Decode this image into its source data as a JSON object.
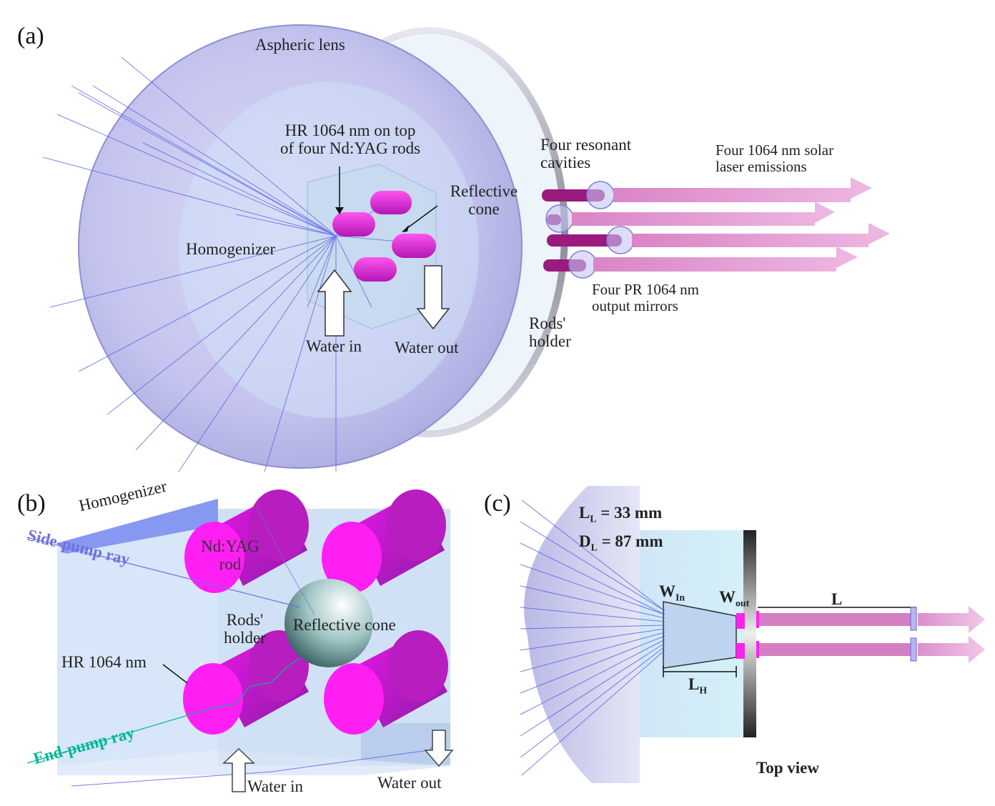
{
  "panels": {
    "a": "(a)",
    "b": "(b)",
    "c": "(c)"
  },
  "labels_a": {
    "aspheric_lens": "Aspheric lens",
    "hr_line1": "HR 1064 nm on top",
    "hr_line2": "of four Nd:YAG rods",
    "reflective_line1": "Reflective",
    "reflective_line2": "cone",
    "homogenizer": "Homogenizer",
    "cavities_line1": "Four resonant",
    "cavities_line2": "cavities",
    "emissions_line1": "Four 1064 nm solar",
    "emissions_line2": "laser emissions",
    "mirrors_line1": "Four PR 1064 nm",
    "mirrors_line2": "output mirrors",
    "holder_line1": "Rods'",
    "holder_line2": "holder",
    "water_in": "Water in",
    "water_out": "Water out"
  },
  "labels_b": {
    "homogenizer": "Homogenizer",
    "side_pump": "Side-pump ray",
    "rod_line1": "Nd:YAG",
    "rod_line2": "rod",
    "holder_line1": "Rods'",
    "holder_line2": "holder",
    "reflective_cone": "Reflective cone",
    "hr": "HR 1064 nm",
    "end_pump": "End-pump ray",
    "water_in": "Water in",
    "water_out": "Water out"
  },
  "labels_c": {
    "ll_sym": "L",
    "ll_sub": "L",
    "ll_val": " = 33 mm",
    "dl_sym": "D",
    "dl_sub": "L",
    "dl_val": " = 87 mm",
    "win_sym": "W",
    "win_sub": "In",
    "wout_sym": "W",
    "wout_sub": "out",
    "l": "L",
    "lh_sym": "L",
    "lh_sub": "H",
    "top_view": "Top view"
  },
  "colors": {
    "lens": "#c9c9f0",
    "ray": "#5a5ae6",
    "rod": "#ff22ee",
    "laser": "#e79bd4",
    "cavity": "#9a1a7e",
    "end_pump": "#00b894",
    "side_pump": "#7070e0"
  }
}
